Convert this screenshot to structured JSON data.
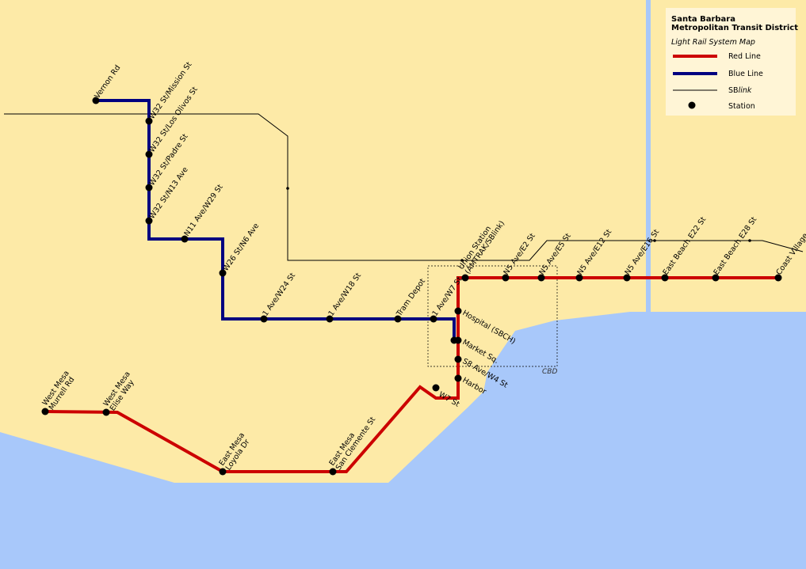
{
  "colors": {
    "land": "#fdeaa7",
    "water": "#a8c8fa",
    "red_line": "#cc0000",
    "blue_line": "#000080",
    "sblink": "#000000",
    "station": "#000000",
    "legend_bg": "#fff5d6"
  },
  "legend": {
    "title_line1": "Santa Barbara",
    "title_line2": "Metropolitan Transit District",
    "subtitle": "Light Rail System Map",
    "items": [
      {
        "label": "Red Line"
      },
      {
        "label": "Blue Line"
      },
      {
        "label_prefix": "SB",
        "label_italic": "link"
      },
      {
        "label": "Station"
      }
    ]
  },
  "cbd_label": "CBD",
  "blue_stations": [
    {
      "lines": [
        "Vernon Rd"
      ]
    },
    {
      "lines": [
        "W32 St/Mission St"
      ]
    },
    {
      "lines": [
        "W32 St/Los Olivos St"
      ]
    },
    {
      "lines": [
        "W32 St/Padre St"
      ]
    },
    {
      "lines": [
        "W32 St/N13 Ave"
      ]
    },
    {
      "lines": [
        "N11 Ave/W29 St"
      ]
    },
    {
      "lines": [
        "W26 St/N6 Ave"
      ]
    },
    {
      "lines": [
        "1 Ave/W24 St"
      ]
    },
    {
      "lines": [
        "1 Ave/W18 St"
      ]
    },
    {
      "lines": [
        "Tram Depot"
      ]
    },
    {
      "lines": [
        "1 Ave/W7 St"
      ]
    }
  ],
  "red_stations_east": [
    {
      "lines": [
        "Union Station",
        "(AMTRAK/SBlink)"
      ]
    },
    {
      "lines": [
        "N5 Ave/E2 St"
      ]
    },
    {
      "lines": [
        "N5 Ave/E5 St"
      ]
    },
    {
      "lines": [
        "N5 Ave/E12 St"
      ]
    },
    {
      "lines": [
        "N5 Ave/E16 St"
      ]
    },
    {
      "lines": [
        "East Beach E22 St"
      ]
    },
    {
      "lines": [
        "East Beach E28 St"
      ]
    },
    {
      "lines": [
        "Coast Village"
      ]
    }
  ],
  "red_stations_downtown": [
    {
      "lines": [
        "Hospital (SBCH)"
      ]
    },
    {
      "lines": [
        "Market Sq."
      ]
    },
    {
      "lines": [
        "S8 Ave/W4 St"
      ]
    },
    {
      "lines": [
        "Harbor"
      ]
    },
    {
      "lines": [
        "W7 St"
      ]
    }
  ],
  "red_stations_west": [
    {
      "lines": [
        "West Mesa",
        "Murrell Rd"
      ]
    },
    {
      "lines": [
        "West Mesa",
        "Elise Way"
      ]
    },
    {
      "lines": [
        "East Mesa",
        "Loyola Dr"
      ]
    },
    {
      "lines": [
        "East Mesa",
        "San Clemente St"
      ]
    }
  ]
}
